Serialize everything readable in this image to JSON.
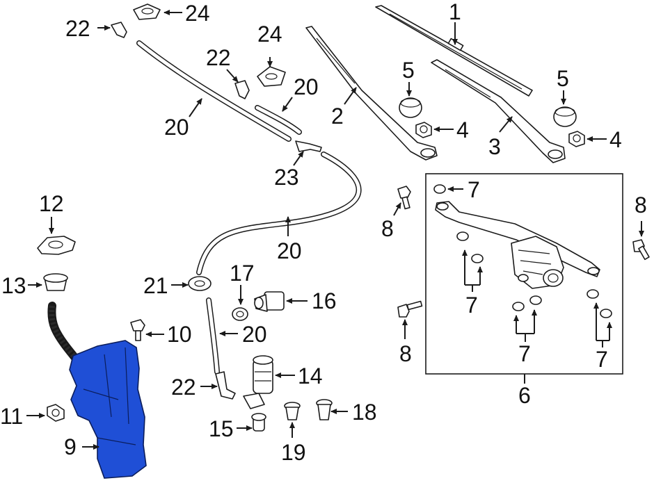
{
  "callouts": {
    "n1": "1",
    "n2": "2",
    "n3": "3",
    "n4a": "4",
    "n4b": "4",
    "n5a": "5",
    "n5b": "5",
    "n6": "6",
    "n7a": "7",
    "n7b": "7",
    "n7c": "7",
    "n7d": "7",
    "n8a": "8",
    "n8b": "8",
    "n8c": "8",
    "n9": "9",
    "n10": "10",
    "n11": "11",
    "n12": "12",
    "n13": "13",
    "n14": "14",
    "n15": "15",
    "n16": "16",
    "n17": "17",
    "n18": "18",
    "n19": "19",
    "n20a": "20",
    "n20b": "20",
    "n20c": "20",
    "n20d": "20",
    "n21": "21",
    "n22a": "22",
    "n22b": "22",
    "n22c": "22",
    "n23": "23",
    "n24a": "24",
    "n24b": "24"
  },
  "colors": {
    "reservoir": "#1f4fd6",
    "line": "#1a1a1a",
    "background": "#ffffff"
  }
}
